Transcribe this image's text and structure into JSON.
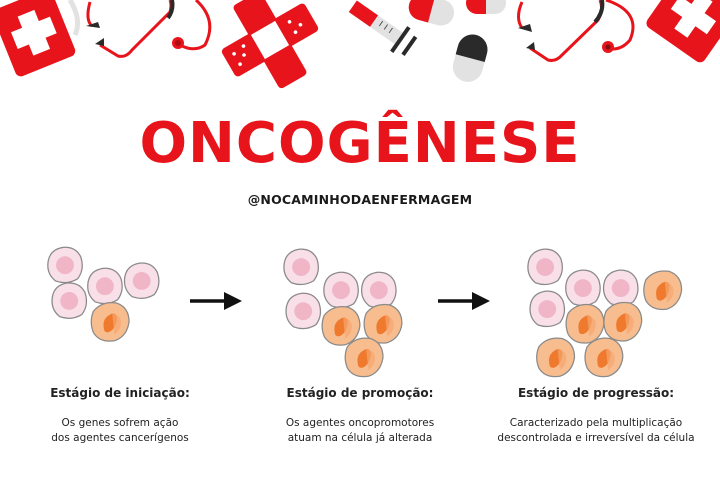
{
  "header": {
    "title": "ONCOGÊNESE",
    "handle": "@NOCAMINHODAENFERMAGEM",
    "banner_icons": [
      "first-aid-cross-icon",
      "stethoscope-icon",
      "bandage-cross-icon",
      "syringe-icon",
      "capsule-pill-icon",
      "capsule-pill-icon",
      "stethoscope-icon",
      "first-aid-cross-icon"
    ]
  },
  "colors": {
    "brand_red": "#e8141c",
    "normal_cell": "#f8dfe8",
    "normal_nucleus": "#f0b6c8",
    "altered_cell": "#f7bd8e",
    "altered_nucleus": "#ef7a2e",
    "text": "#222222"
  },
  "stages": [
    {
      "label": "Estágio de iniciação:",
      "desc_line1": "Os genes sofrem ação",
      "desc_line2": "dos agentes cancerígenos",
      "normal_cells": 4,
      "altered_cells": 1
    },
    {
      "label": "Estágio de promoção:",
      "desc_line1": "Os agentes oncopromotores",
      "desc_line2": "atuam na célula já alterada",
      "normal_cells": 4,
      "altered_cells": 3
    },
    {
      "label": "Estágio de progressão:",
      "desc_line1": "Caracterizado pela multiplicação",
      "desc_line2": "descontrolada e irreversível da célula",
      "normal_cells": 4,
      "altered_cells": 5
    }
  ],
  "arrows": [
    "arrow-right-icon",
    "arrow-right-icon"
  ]
}
